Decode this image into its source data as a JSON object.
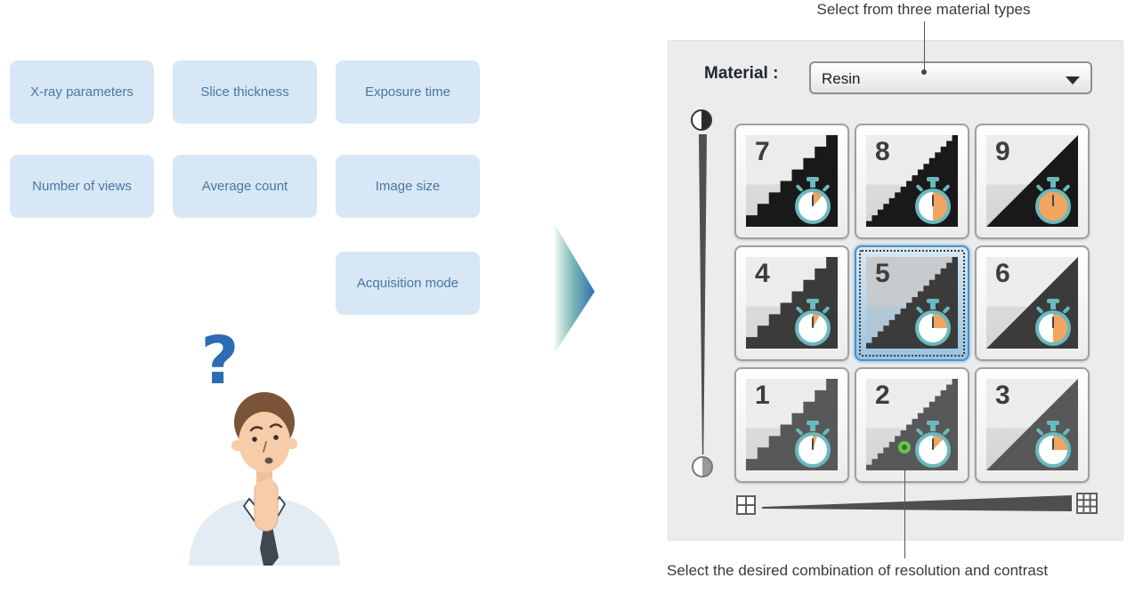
{
  "annotations": {
    "top": "Select from three material types",
    "bottom": "Select the desired combination of resolution and contrast"
  },
  "parameter_boxes": [
    "X-ray parameters",
    "Slice thickness",
    "Exposure time",
    "Number of views",
    "Average count",
    "Image size",
    "Acquisition mode"
  ],
  "person": {
    "question_mark": "?"
  },
  "panel": {
    "material_label": "Material :",
    "material_value": "Resin",
    "grid": {
      "cells": [
        {
          "label": "7",
          "resolution": "coarse",
          "exposure_fill": 0.12,
          "selected": false,
          "marker": false
        },
        {
          "label": "8",
          "resolution": "fine",
          "exposure_fill": 0.5,
          "selected": false,
          "marker": false
        },
        {
          "label": "9",
          "resolution": "smooth",
          "exposure_fill": 1,
          "selected": false,
          "marker": false
        },
        {
          "label": "4",
          "resolution": "coarse",
          "exposure_fill": 0.08,
          "selected": false,
          "marker": false
        },
        {
          "label": "5",
          "resolution": "fine",
          "exposure_fill": 0.25,
          "selected": true,
          "marker": false
        },
        {
          "label": "6",
          "resolution": "smooth",
          "exposure_fill": 0.5,
          "selected": false,
          "marker": false
        },
        {
          "label": "1",
          "resolution": "coarse",
          "exposure_fill": 0.05,
          "selected": false,
          "marker": false
        },
        {
          "label": "2",
          "resolution": "fine",
          "exposure_fill": 0.12,
          "selected": false,
          "marker": true
        },
        {
          "label": "3",
          "resolution": "smooth",
          "exposure_fill": 0.25,
          "selected": false,
          "marker": false
        }
      ]
    },
    "icons": {
      "dropdown_arrow": "triangle-down",
      "contrast_top": "contrast-circle-dark",
      "contrast_bottom": "contrast-circle-light",
      "resolution_left": "grid-2x2",
      "resolution_right": "grid-3x3",
      "cell_timer": "stopwatch",
      "pointer_marker": "green-dot"
    }
  },
  "colors": {
    "selection_border": "#4f90c2",
    "selection_fill": "#a9cee9",
    "timer_ring": "#6ab9bf",
    "timer_fill": "#f2a55f",
    "triangle_row_top": "#191919",
    "triangle_row_middle": "#3b3b3b",
    "triangle_row_bottom": "#585858",
    "param_box_bg": "#d7e7f5",
    "param_box_text": "#4b76a3",
    "panel_bg": "#ebecec",
    "arrow_blue": "#2e6fb2",
    "marker_green": "#5cb544",
    "question_mark_blue": "#2d6cb3"
  }
}
